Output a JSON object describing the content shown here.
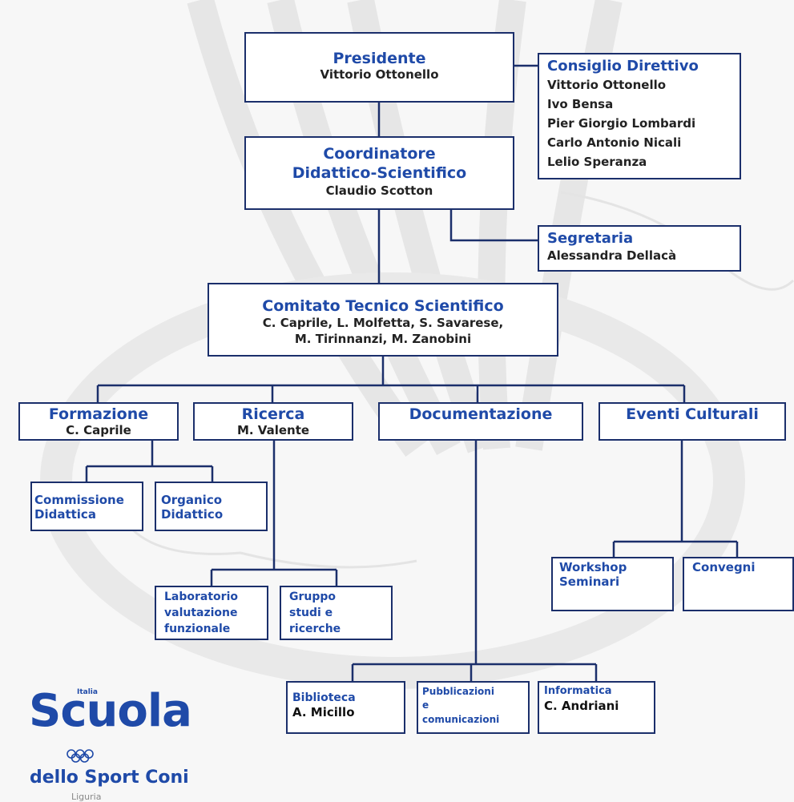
{
  "presidente": {
    "title": "Presidente",
    "name": "Vittorio Ottonello"
  },
  "consiglio": {
    "title": "Consiglio Direttivo",
    "members": [
      "Vittorio Ottonello",
      "Ivo Bensa",
      "Pier Giorgio Lombardi",
      "Carlo Antonio Nicali",
      "Lelio Speranza"
    ]
  },
  "coordinatore": {
    "title_line1": "Coordinatore",
    "title_line2": "Didattico-Scientifico",
    "name": "Claudio Scotton"
  },
  "segretaria": {
    "title": "Segretaria",
    "name": "Alessandra Dellacà"
  },
  "comitato": {
    "title": "Comitato Tecnico Scientifico",
    "line1": "C. Caprile, L. Molfetta, S. Savarese,",
    "line2": "M. Tirinnanzi, M. Zanobini"
  },
  "formazione": {
    "title": "Formazione",
    "name": "C. Caprile"
  },
  "ricerca": {
    "title": "Ricerca",
    "name": "M. Valente"
  },
  "documentazione": {
    "title": "Documentazione"
  },
  "eventi": {
    "title": "Eventi Culturali"
  },
  "commissione": {
    "line1": "Commissione",
    "line2": "Didattica"
  },
  "organico": {
    "line1": "Organico",
    "line2": "Didattico"
  },
  "laboratorio": {
    "line1": "Laboratorio",
    "line2": "valutazione",
    "line3": "funzionale"
  },
  "gruppo": {
    "line1": "Gruppo",
    "line2": "studi e",
    "line3": "ricerche"
  },
  "workshop": {
    "line1": "Workshop",
    "line2": "Seminari"
  },
  "convegni": {
    "title": "Convegni"
  },
  "biblioteca": {
    "title": "Biblioteca",
    "name": "A. Micillo"
  },
  "pubblicazioni": {
    "line1": "Pubblicazioni",
    "line2": "e",
    "line3": "comunicazioni"
  },
  "informatica": {
    "title": "Informatica",
    "name": "C. Andriani"
  },
  "logo": {
    "italia": "Italia",
    "main": "Scuola",
    "sub": "dello Sport Coni",
    "region": "Liguria"
  },
  "colors": {
    "accent": "#1f4aa8",
    "border": "#1b2f6b",
    "line": "#1b2f6b"
  }
}
